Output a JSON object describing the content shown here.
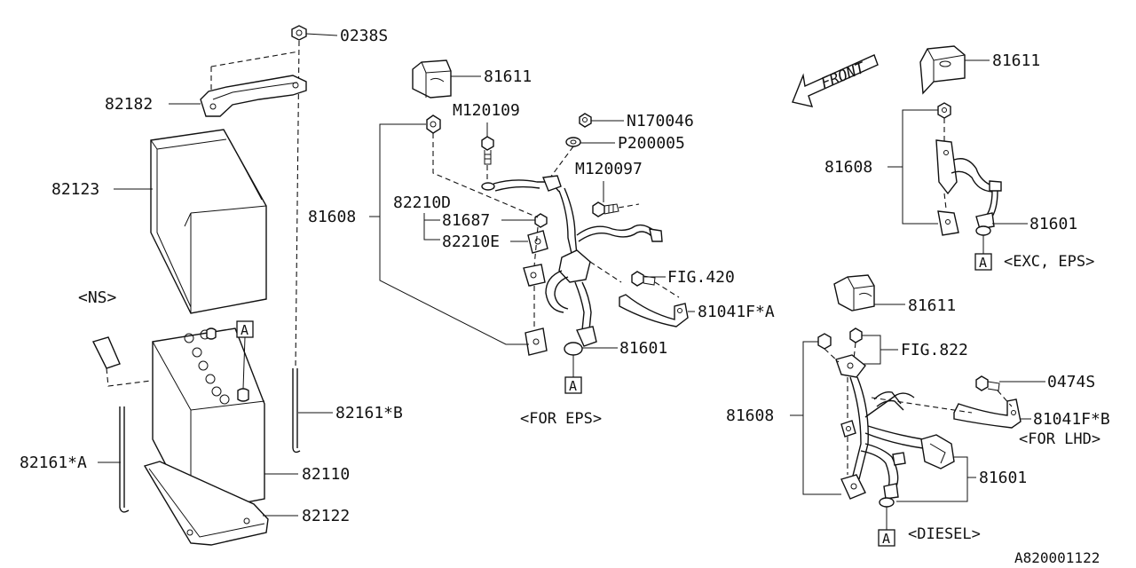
{
  "labels": {
    "p0238s": "0238S",
    "p82182": "82182",
    "p82123": "82123",
    "ns": "<NS>",
    "p82161b": "82161*B",
    "p82161a": "82161*A",
    "p82110": "82110",
    "p82122": "82122",
    "p81611_mid": "81611",
    "m120109": "M120109",
    "n170046": "N170046",
    "p200005": "P200005",
    "m120097": "M120097",
    "p81608_mid": "81608",
    "p82210d": "82210D",
    "p81687": "81687",
    "p82210e": "82210E",
    "fig420": "FIG.420",
    "p81041fa": "81041F*A",
    "p81601_mid": "81601",
    "for_eps": "<FOR EPS>",
    "front": "FRONT",
    "p81611_tr": "81611",
    "p81608_tr": "81608",
    "p81601_tr": "81601",
    "exc_eps": "<EXC, EPS>",
    "p81611_br": "81611",
    "fig822": "FIG.822",
    "p0474s": "0474S",
    "p81608_br": "81608",
    "p81041fb": "81041F*B",
    "for_lhd": "<FOR LHD>",
    "p81601_br": "81601",
    "diesel": "<DIESEL>",
    "ref_a": "A",
    "diagram_id": "A820001122"
  },
  "colors": {
    "line": "#111111",
    "background": "#ffffff"
  }
}
